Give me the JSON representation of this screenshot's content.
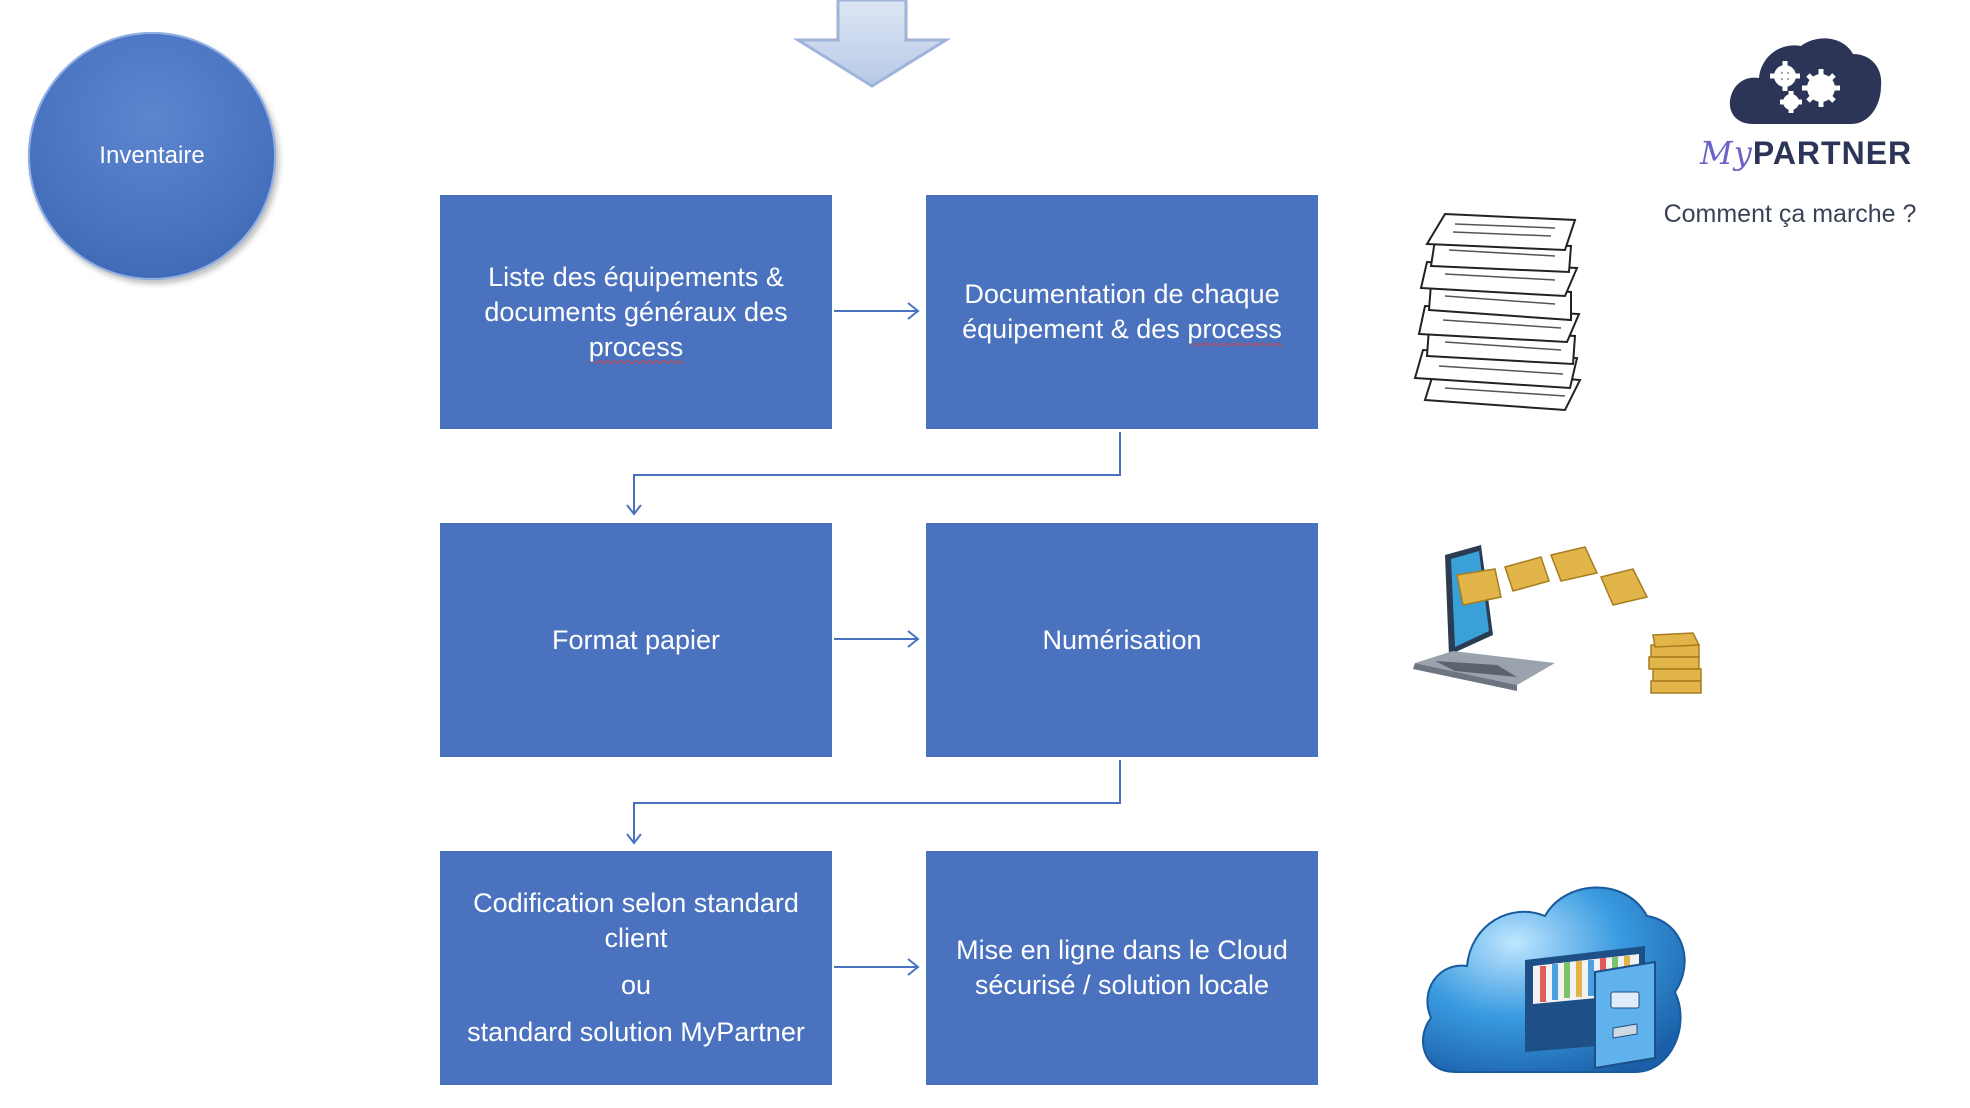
{
  "start_node": {
    "label": "Inventaire"
  },
  "steps": {
    "s1": {
      "text": "Liste des équipements & documents généraux des",
      "underlined": "process"
    },
    "s2": {
      "line1": "Documentation de chaque",
      "line2_prefix": "équipement & des",
      "underlined": "process"
    },
    "s3": {
      "text": "Format papier"
    },
    "s4": {
      "text": "Numérisation"
    },
    "s5": {
      "part1": "Codification selon standard client",
      "or": "ou",
      "part2": "standard solution MyPartner"
    },
    "s6": {
      "text": "Mise en ligne dans le Cloud sécurisé / solution locale"
    }
  },
  "brand": {
    "prefix": "My",
    "name": "PARTNER",
    "tagline": "Comment ça marche ?"
  },
  "illustrations": [
    "paper-stack-icon",
    "laptop-folders-icon",
    "cloud-cabinet-icon"
  ],
  "colors": {
    "box": "#4a72be",
    "arrow": "#4a72be",
    "logo_dark": "#2c3458",
    "logo_accent": "#6a64c8"
  }
}
